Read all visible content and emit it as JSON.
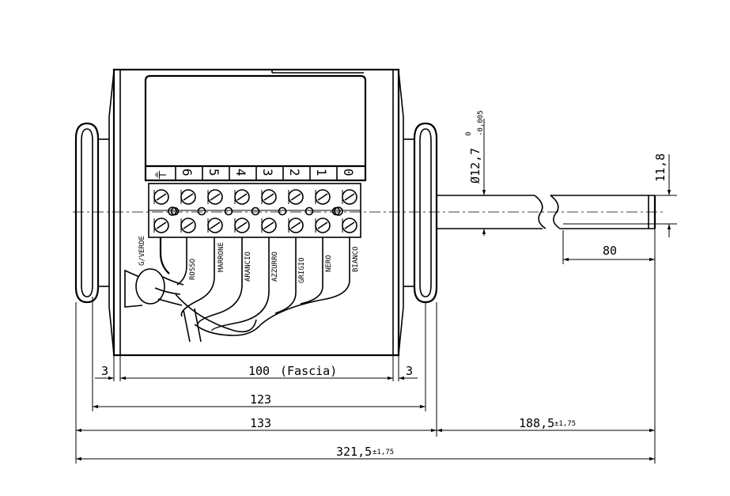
{
  "dimensions": {
    "flange_left": "3",
    "fascia": "100",
    "fascia_note": "(Fascia)",
    "flange_right": "3",
    "body_width": "123",
    "total_body": "133",
    "shaft_length": "188,5",
    "shaft_length_tol": "±1,75",
    "overall_length": "321,5",
    "overall_length_tol": "±1,75",
    "shaft_flat_length": "80",
    "shaft_flat_depth": "11,8",
    "shaft_diameter": "Ø12,7",
    "shaft_diameter_tol_upper": "0",
    "shaft_diameter_tol_lower": "-0,005"
  },
  "terminals": [
    "⏚",
    "6",
    "5",
    "4",
    "3",
    "2",
    "1",
    "0"
  ],
  "wires": [
    "G/VERDE",
    "ROSSO",
    "MARRONE",
    "ARANCIO",
    "AZZURRO",
    "GRIGIO",
    "NERO",
    "BIANCO"
  ]
}
